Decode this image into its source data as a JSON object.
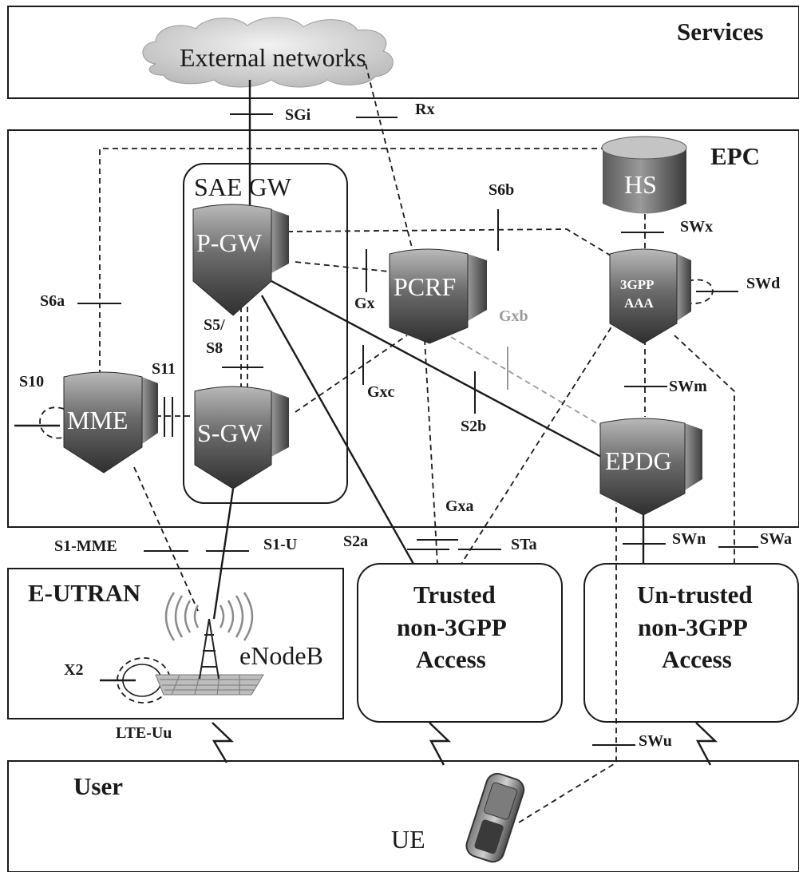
{
  "domains": {
    "services": "Services",
    "epc": "EPC",
    "eutran": "E-UTRAN",
    "user": "User"
  },
  "nodes": {
    "external_networks": "External networks",
    "sae_gw": "SAE GW",
    "pgw": "P-GW",
    "sgw": "S-GW",
    "pcrf": "PCRF",
    "hss": "HS",
    "aaa_line1": "3GPP",
    "aaa_line2": "AAA",
    "mme": "MME",
    "epdg": "EPDG",
    "enodeb": "eNodeB",
    "ue": "UE",
    "trusted": [
      "Trusted",
      "non-3GPP",
      "Access"
    ],
    "untrusted": [
      "Un-trusted",
      "non-3GPP",
      "Access"
    ]
  },
  "interfaces": {
    "sgi": "SGi",
    "rx": "Rx",
    "s6b": "S6b",
    "swx": "SWx",
    "swd": "SWd",
    "s6a": "S6a",
    "gx": "Gx",
    "gxb": "Gxb",
    "s5_line1": "S5/",
    "s5_line2": "S8",
    "s11": "S11",
    "s10": "S10",
    "gxc": "Gxc",
    "s2b": "S2b",
    "swm": "SWm",
    "gxa": "Gxa",
    "s1_mme": "S1-MME",
    "s1_u": "S1-U",
    "s2a": "S2a",
    "sta": "STa",
    "swn": "SWn",
    "swa": "SWa",
    "x2": "X2",
    "lte_uu": "LTE-Uu",
    "swu": "SWu"
  },
  "colors": {
    "node_fill_dark": "#3a3a3a",
    "node_fill_light": "#c8c8c8",
    "line": "#1a1a1a",
    "gxb_line": "#9a9a9a",
    "cloud": "#c9c9c9"
  }
}
